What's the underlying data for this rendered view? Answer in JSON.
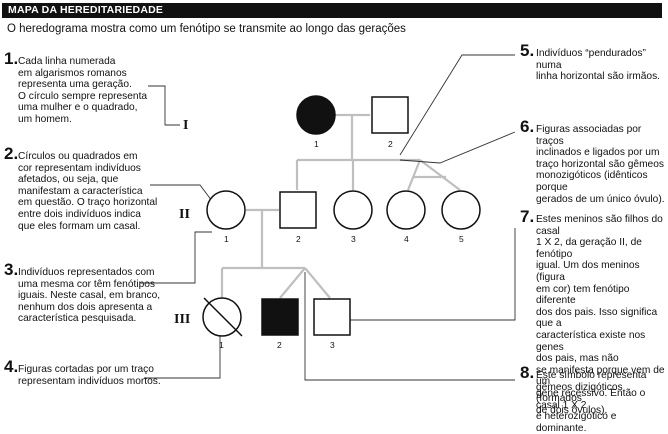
{
  "header": {
    "title": "MAPA DA HEREDITARIEDADE",
    "subtitle": "O heredograma mostra como um fenótipo se transmite ao longo das gerações"
  },
  "generations": {
    "g1": "I",
    "g2": "II",
    "g3": "III"
  },
  "individuals": {
    "g1": [
      "1",
      "2"
    ],
    "g2": [
      "1",
      "2",
      "3",
      "4",
      "5"
    ],
    "g3": [
      "1",
      "2",
      "3"
    ]
  },
  "notes": [
    {
      "num": "1.",
      "text": "Cada linha numerada\nem algarismos romanos\nrepresenta uma geração.\nO círculo sempre representa\numa mulher e o quadrado,\num homem."
    },
    {
      "num": "2.",
      "text": "Círculos ou quadrados em\ncor representam indivíduos\nafetados, ou seja, que\nmanifestam a característica\nem questão. O traço horizontal\nentre dois indivíduos indica\nque eles formam um casal."
    },
    {
      "num": "3.",
      "text": "Indivíduos representados com\numa mesma cor têm fenótipos\niguais. Neste casal, em branco,\nnenhum dos dois apresenta a\ncaracterística pesquisada."
    },
    {
      "num": "4.",
      "text": "Figuras cortadas por um traço\nrepresentam indivíduos mortos."
    },
    {
      "num": "5.",
      "text": "Indivíduos “pendurados” numa\nlinha horizontal são irmãos."
    },
    {
      "num": "6.",
      "text": "Figuras associadas por traços\ninclinados e ligados por um\ntraço horizontal são gêmeos\nmonozigóticos (idênticos porque\ngerados de um único óvulo)."
    },
    {
      "num": "7.",
      "text": "Estes meninos são filhos do casal\n1 X 2, da geração II, de fenótipo\nigual. Um dos meninos (figura\nem cor) tem fenótipo diferente\ndos dos pais. Isso significa que a\ncaracterística existe nos genes\ndos pais, mas não\nse manifesta porque vem de um\ngene recessivo. Então o casal 1 X 2\né heterozigótico e dominante."
    },
    {
      "num": "8.",
      "text": "Este símbolo representa\ngêmeos dizigóticos (formados\nde dois óvulos)."
    }
  ],
  "colors": {
    "affected": "#111111",
    "line": "#444444",
    "pedigree_line": "#bfbfbf",
    "title_bg": "#111111"
  }
}
